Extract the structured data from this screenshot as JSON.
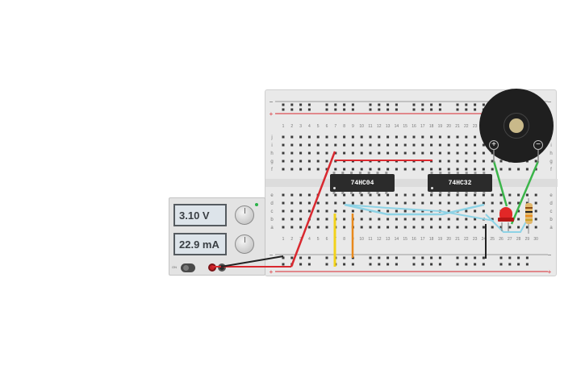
{
  "power_supply": {
    "voltage": "3.10 V",
    "current": "22.9 mA",
    "on_label": "ON"
  },
  "chips": [
    {
      "label": "74HC04"
    },
    {
      "label": "74HC32"
    }
  ],
  "buzzer": {
    "plus": "+",
    "minus": "−"
  },
  "rail_marks": {
    "minus": "−",
    "plus": "+"
  },
  "colors": {
    "red_wire": "#d9282f",
    "green_wire": "#3bb54a",
    "blue_wire": "#8ed3e6",
    "yellow_wire": "#f2d21b",
    "orange_wire": "#e8891c",
    "black_wire": "#222222",
    "led": "#e22727"
  }
}
